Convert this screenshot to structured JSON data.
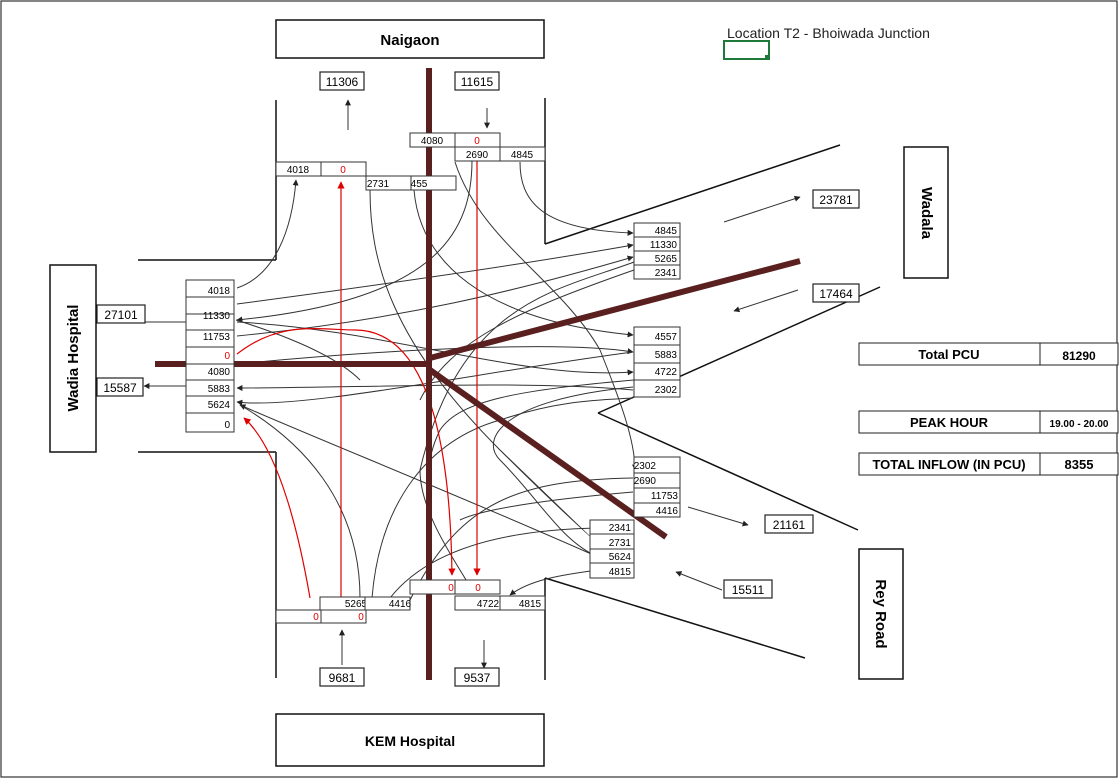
{
  "title": "Location T2 - Bhoiwada Junction",
  "legs": {
    "north": "Naigaon",
    "south": "KEM Hospital",
    "west": "Wadia Hospital",
    "east": "Wadala",
    "southeast": "Rey Road"
  },
  "leg_totals": {
    "north_out": "11306",
    "north_in": "11615",
    "west_in": "27101",
    "west_out": "15587",
    "east_out": "23781",
    "east_in": "17464",
    "southeast_out": "21161",
    "southeast_in": "15511",
    "south_in": "9681",
    "south_out": "9537"
  },
  "cells": {
    "n1_a": "4080",
    "n1_b": "0",
    "n2_a": "2690",
    "n2_b": "4845",
    "n3_a": "4018",
    "n3_b": "0",
    "n4_a": "2731",
    "n4_b": "455",
    "w1": "4018",
    "w2": "11330",
    "w3": "11753",
    "w4": "0",
    "w5": "4080",
    "w6": "5883",
    "w7": "5624",
    "w8": "0",
    "e1": "4845",
    "e2": "11330",
    "e3": "5265",
    "e4": "2341",
    "e5": "4557",
    "e6": "5883",
    "e7": "4722",
    "e8": "2302",
    "r1": "2302",
    "r2": "2690",
    "r3": "11753",
    "r4": "4416",
    "r5": "2341",
    "r6": "2731",
    "r7": "5624",
    "r8": "4815",
    "s1_a": "5265",
    "s1_b": "4416",
    "s2_a": "0",
    "s2_b": "0",
    "s3_a": "0",
    "s3_b": "0",
    "s4_a": "4722",
    "s4_b": "4815"
  },
  "summary": {
    "total_pcu_label": "Total PCU",
    "total_pcu_value": "81290",
    "peak_hour_label": "PEAK HOUR",
    "peak_hour_value": "19.00 - 20.00",
    "inflow_label": "TOTAL INFLOW (IN PCU)",
    "inflow_value": "8355"
  },
  "colors": {
    "road_bar": "#5a1f1f",
    "zero_flow": "#e00000",
    "selection": "#1f7a3a"
  }
}
